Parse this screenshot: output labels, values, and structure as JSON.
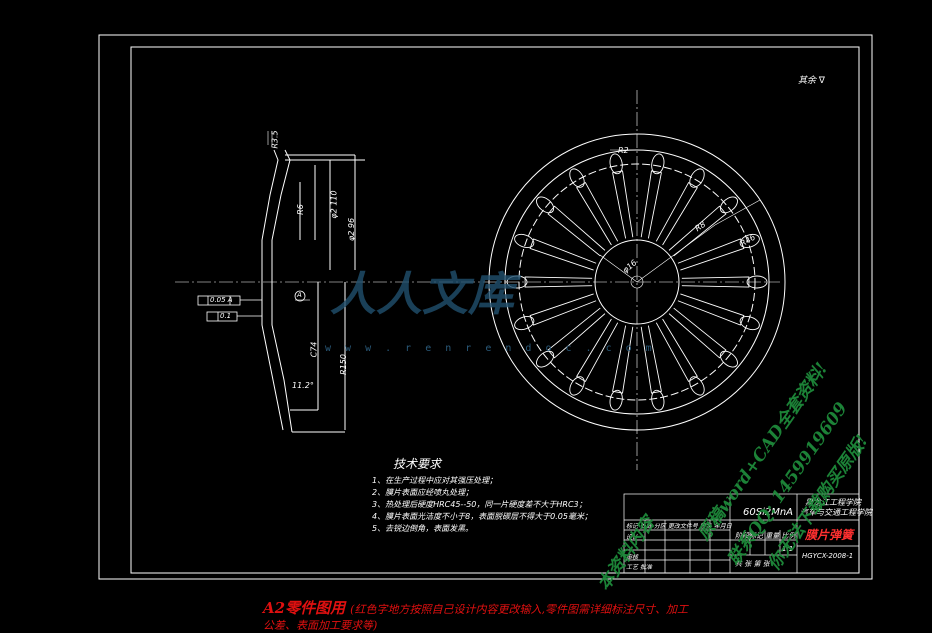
{
  "roughness_note": "其余",
  "tech": {
    "title": "技术要求",
    "items": [
      "1、在生产过程中应对其强压处理；",
      "2、膜片表面应经喷丸处理；",
      "3、热处理后硬度HRC45--50，同一片硬度差不大于HRC3；",
      "4、膜片表面光洁度不小于8，表面脱碳层不得大于0.05毫米；",
      "5、去锐边倒角，表面发黑。"
    ]
  },
  "gdt": {
    "flatness": "0.05 A",
    "parallel": "0.1",
    "datum": "A"
  },
  "dimensions": {
    "d1": "R3.5",
    "d2": "R6",
    "d3": "φ2 110",
    "d4": "φ2 96",
    "d5": "C74",
    "d6": "R150",
    "d7": "11.2°",
    "d8": "R46",
    "d9": "R2",
    "d10": "R8",
    "d11": "φ16"
  },
  "title_block": {
    "spec": "60Si2MnA",
    "school": "黑龙江工程学院",
    "dept": "汽车与交通工程学院",
    "part_name": "膜片弹簧",
    "drawing_no": "HGYCX-2008-1",
    "scale": "1:1",
    "sheet": "共 张  第 张",
    "labels": [
      "标记",
      "处数",
      "分区",
      "更改文件号",
      "签名",
      "年月日",
      "设计",
      "审核",
      "工艺",
      "批准",
      "阶段标记",
      "重量",
      "比例"
    ]
  },
  "watermark": {
    "logo": "人人文库",
    "url": "w w w . r e n r e n d o c . c o m",
    "lines": [
      "原稿word+CAD全套资料!",
      "联系QQ: 1459919609",
      "你无法下载购买原版!",
      "本资料内容"
    ]
  },
  "caption": {
    "big": "A2零件图用",
    "small": "(红色字地方按照自己设计内容更改输入,零件图需详细标注尺寸、加工",
    "line2": "公差、表面加工要求等)"
  },
  "colors": {
    "background": "#000000",
    "line": "#ffffff",
    "red": "#e01010",
    "watermark_green": "#1e8a3a"
  }
}
